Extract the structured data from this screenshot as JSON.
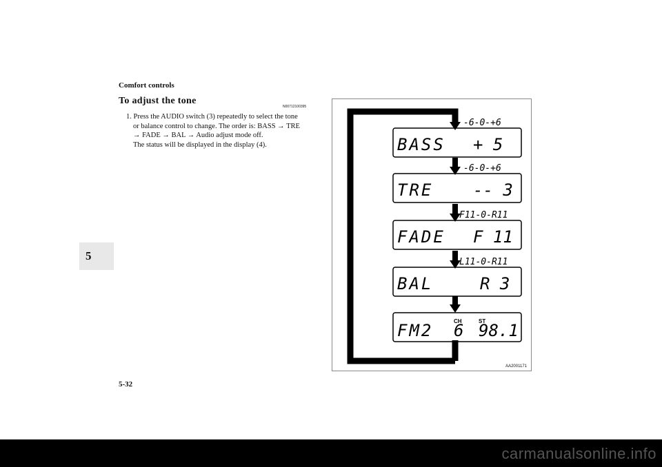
{
  "header": {
    "section": "Comfort controls"
  },
  "chapter": "5",
  "title": "To adjust the tone",
  "code": "N00712100395",
  "step1": {
    "line1": "1. Press the AUDIO switch (3) repeatedly to select the tone",
    "line2": "or balance control to change. The order is: BASS → TRE",
    "line3": "→ FADE → BAL → Audio adjust mode off.",
    "line4": "The status will be displayed in the display (4)."
  },
  "figure": {
    "code": "AA2001171",
    "displays": [
      {
        "scale": "-6-0-+6",
        "left": "BASS",
        "right": "+ 5"
      },
      {
        "scale": "-6-0-+6",
        "left": "TRE",
        "right": "-- 3"
      },
      {
        "scale": "F11-0-R11",
        "left": "FADE",
        "right": "F 11"
      },
      {
        "scale": "L11-0-R11",
        "left": "BAL",
        "right": "R 3"
      },
      {
        "scale": "",
        "left": "FM2",
        "mid": "6",
        "right": "98.1",
        "ind1": "CH",
        "ind2": "ST"
      }
    ]
  },
  "page_number": "5-32",
  "footer": {
    "url": "carmanualsonline.info"
  }
}
